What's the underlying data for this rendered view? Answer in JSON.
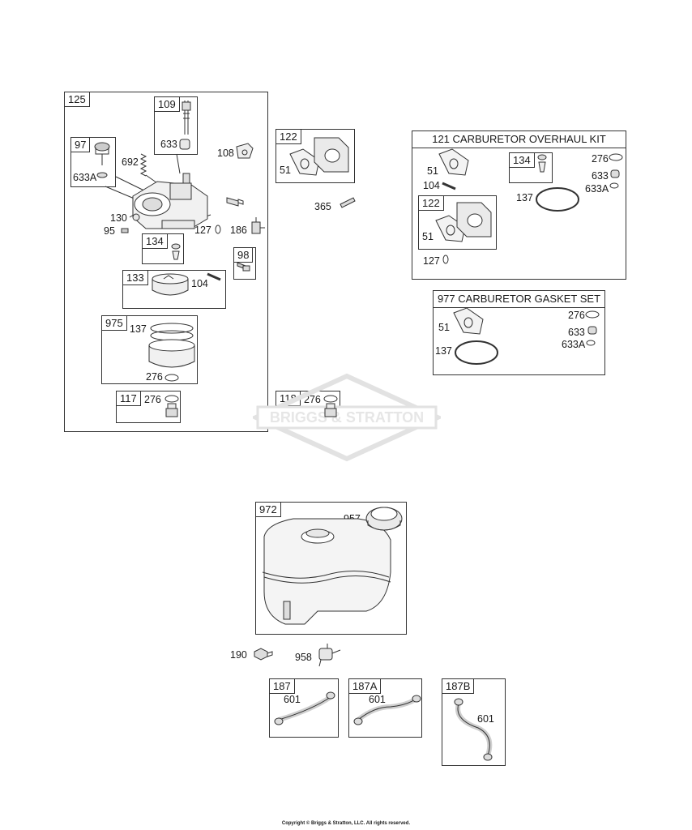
{
  "watermark": "BRIGGS & STRATTON",
  "copyright": "Copyright © Briggs & Stratton, LLC. All rights reserved.",
  "callouts": {
    "c125": "125",
    "c109": "109",
    "c633_a": "633",
    "c108": "108",
    "c97": "97",
    "c692": "692",
    "c633A_a": "633A",
    "c130": "130",
    "c95": "95",
    "c134_a": "134",
    "c127_a": "127",
    "c186": "186",
    "c98": "98",
    "c133": "133",
    "c104_a": "104",
    "c975": "975",
    "c137_a": "137",
    "c276_a": "276",
    "c117": "117",
    "c276_b": "276",
    "c122_a": "122",
    "c51_a": "51",
    "c365": "365",
    "c118": "118",
    "c276_c": "276",
    "c51_b": "51",
    "c104_b": "104",
    "c134_b": "134",
    "c276_d": "276",
    "c633_b": "633",
    "c633A_b": "633A",
    "c137_b": "137",
    "c122_b": "122",
    "c51_c": "51",
    "c127_b": "127",
    "c51_d": "51",
    "c276_e": "276",
    "c633_c": "633",
    "c633A_c": "633A",
    "c137_c": "137",
    "c972": "972",
    "c957": "957",
    "c190": "190",
    "c958": "958",
    "c187": "187",
    "c601_a": "601",
    "c187A": "187A",
    "c601_b": "601",
    "c187B": "187B",
    "c601_c": "601"
  },
  "kits": {
    "overhaul": "121 CARBURETOR OVERHAUL KIT",
    "gasket": "977 CARBURETOR GASKET SET"
  }
}
